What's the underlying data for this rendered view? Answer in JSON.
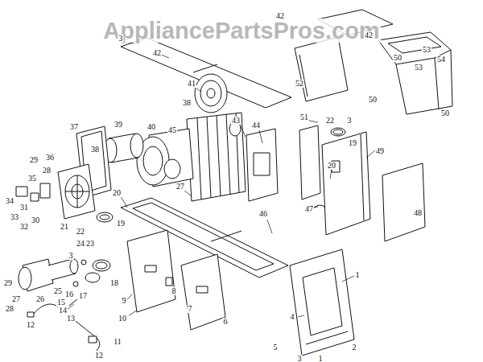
{
  "diagram": {
    "labels": [
      "AppliancePartsPros.com",
      "42",
      "42",
      "53",
      "54",
      "53",
      "50",
      "52",
      "50",
      "50",
      "3",
      "42",
      "41",
      "38",
      "43",
      "44",
      "40",
      "39",
      "37",
      "38",
      "45",
      "51",
      "22",
      "3",
      "19",
      "49",
      "20",
      "47",
      "48",
      "46",
      "29",
      "36",
      "28",
      "35",
      "34",
      "31",
      "33",
      "30",
      "32",
      "21",
      "22",
      "20",
      "27",
      "19",
      "24",
      "23",
      "3",
      "29",
      "25",
      "18",
      "16",
      "17",
      "9",
      "8",
      "27",
      "26",
      "15",
      "14",
      "28",
      "13",
      "10",
      "7",
      "6",
      "12",
      "11",
      "12",
      "1",
      "4",
      "5",
      "3",
      "2",
      "1"
    ]
  }
}
